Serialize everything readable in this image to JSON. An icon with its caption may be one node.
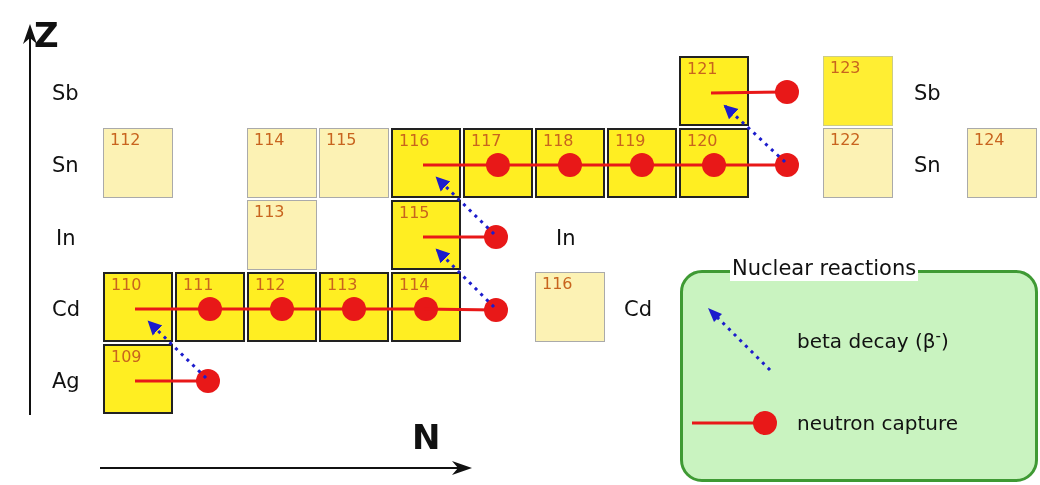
{
  "diagram": {
    "nodes": [
      {
        "text": [
          "121"
        ]
      },
      {
        "text": [
          "123"
        ]
      },
      {
        "text": [
          "112"
        ]
      },
      {
        "text": [
          "114"
        ]
      },
      {
        "text": [
          "115"
        ]
      },
      {
        "text": [
          "116"
        ]
      },
      {
        "text": [
          "117"
        ]
      },
      {
        "text": [
          "118"
        ]
      },
      {
        "text": [
          "119"
        ]
      },
      {
        "text": [
          "120"
        ]
      },
      {
        "text": [
          "122"
        ]
      },
      {
        "text": [
          "124"
        ]
      },
      {
        "text": [
          "113"
        ]
      },
      {
        "text": [
          "115"
        ]
      },
      {
        "text": [
          "110"
        ]
      },
      {
        "text": [
          "111"
        ]
      },
      {
        "text": [
          "112"
        ]
      },
      {
        "text": [
          "113"
        ]
      },
      {
        "text": [
          "114"
        ]
      },
      {
        "text": [
          "116"
        ]
      },
      {
        "text": [
          "109"
        ]
      }
    ],
    "edges": [
      {
        "from": 20,
        "to": null,
        "arrow": "other"
      },
      {
        "from": 14,
        "to": 15,
        "arrow": "other"
      },
      {
        "from": 15,
        "to": 16,
        "arrow": "other"
      },
      {
        "from": 16,
        "to": 17,
        "arrow": "other"
      },
      {
        "from": 17,
        "to": 18,
        "arrow": "other"
      },
      {
        "from": 18,
        "to": null,
        "arrow": "other"
      },
      {
        "from": 13,
        "to": null,
        "arrow": "other"
      },
      {
        "from": 5,
        "to": 6,
        "arrow": "other"
      },
      {
        "from": 6,
        "to": 7,
        "arrow": "other"
      },
      {
        "from": 7,
        "to": 8,
        "arrow": "other"
      },
      {
        "from": 8,
        "to": 9,
        "arrow": "other"
      },
      {
        "from": 9,
        "to": null,
        "arrow": "other"
      },
      {
        "from": 0,
        "to": null,
        "arrow": "other"
      },
      {
        "from": null,
        "to": 14,
        "arrow": "to",
        "style": "dashed",
        "color": "#1c1ccc"
      },
      {
        "from": null,
        "to": 13,
        "arrow": "to",
        "style": "dashed",
        "color": "#1c1ccc"
      },
      {
        "from": null,
        "to": 5,
        "arrow": "to",
        "style": "dashed",
        "color": "#1c1ccc"
      },
      {
        "from": null,
        "to": 0,
        "arrow": "to",
        "style": "dashed",
        "color": "#1c1ccc"
      }
    ],
    "labels": [
      "Z",
      "Sb",
      "Sb",
      "Sn",
      "Sn",
      "In",
      "In",
      "Cd",
      "Cd",
      "Ag",
      "Nuclear reactions",
      "N"
    ],
    "legend": [
      {
        "text": "beta decay (β$^{-}$)"
      },
      {
        "text": "neutron capture"
      }
    ]
  }
}
